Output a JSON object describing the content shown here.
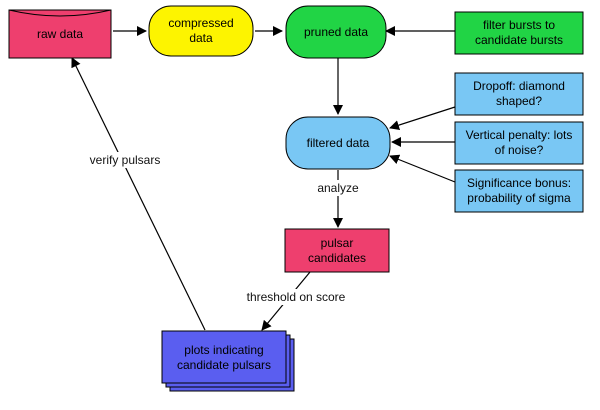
{
  "nodes": {
    "raw_data": {
      "label": "raw data",
      "color": "#ee3f6e"
    },
    "compressed_data": {
      "line1": "compressed",
      "line2": "data",
      "color": "#fdf400"
    },
    "pruned_data": {
      "label": "pruned data",
      "color": "#21d445"
    },
    "filter_bursts": {
      "line1": "filter bursts to",
      "line2": "candidate bursts",
      "color": "#21d445"
    },
    "filtered_data": {
      "label": "filtered data",
      "color": "#79c7f4"
    },
    "dropoff": {
      "line1": "Dropoff: diamond",
      "line2": "shaped?",
      "color": "#79c7f4"
    },
    "vertical_penalty": {
      "line1": "Vertical penalty: lots",
      "line2": "of noise?",
      "color": "#79c7f4"
    },
    "significance_bonus": {
      "line1": "Significance bonus:",
      "line2": "probability of sigma",
      "color": "#79c7f4"
    },
    "pulsar_candidates": {
      "line1": "pulsar",
      "line2": "candidates",
      "color": "#ee3f6e"
    },
    "plots": {
      "line1": "plots indicating",
      "line2": "candidate pulsars",
      "color": "#5a5ef0"
    }
  },
  "edges": {
    "analyze": "analyze",
    "threshold": "threshold on score",
    "verify": "verify pulsars"
  }
}
